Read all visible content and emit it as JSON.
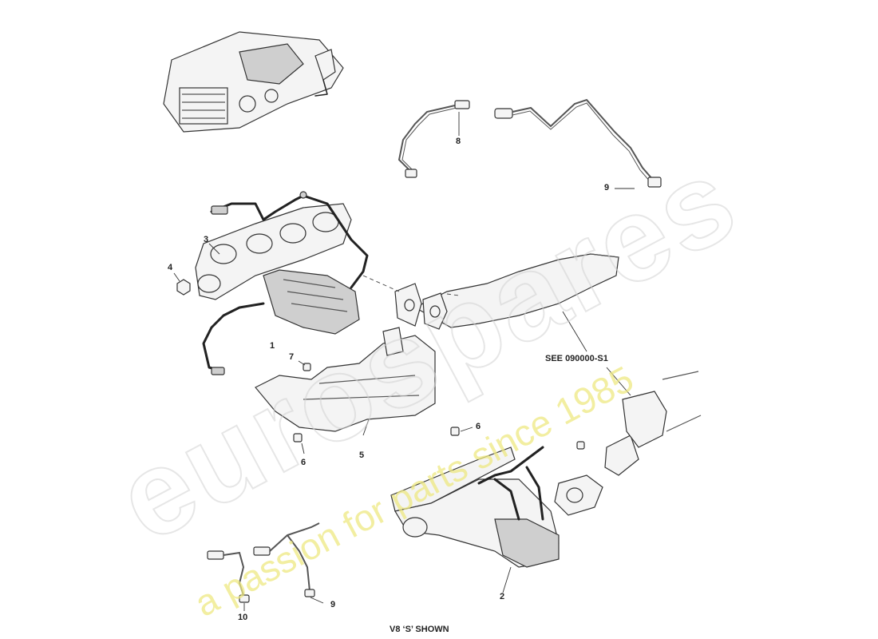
{
  "watermark": {
    "brand": "eurospares",
    "tagline": "a passion for parts since 1985"
  },
  "callouts": [
    "1",
    "2",
    "3",
    "4",
    "5",
    "6",
    "6",
    "7",
    "8",
    "9",
    "9",
    "10"
  ],
  "reference_note": "SEE 090000-S1",
  "footer_note": "V8 ‘S’ SHOWN",
  "icons": [
    "engine-thumbnail-icon",
    "exhaust-manifold-icon",
    "lambda-sensor-icon",
    "heat-shield-icon",
    "nut-icon",
    "bolt-icon",
    "catalyst-pipe-icon"
  ]
}
